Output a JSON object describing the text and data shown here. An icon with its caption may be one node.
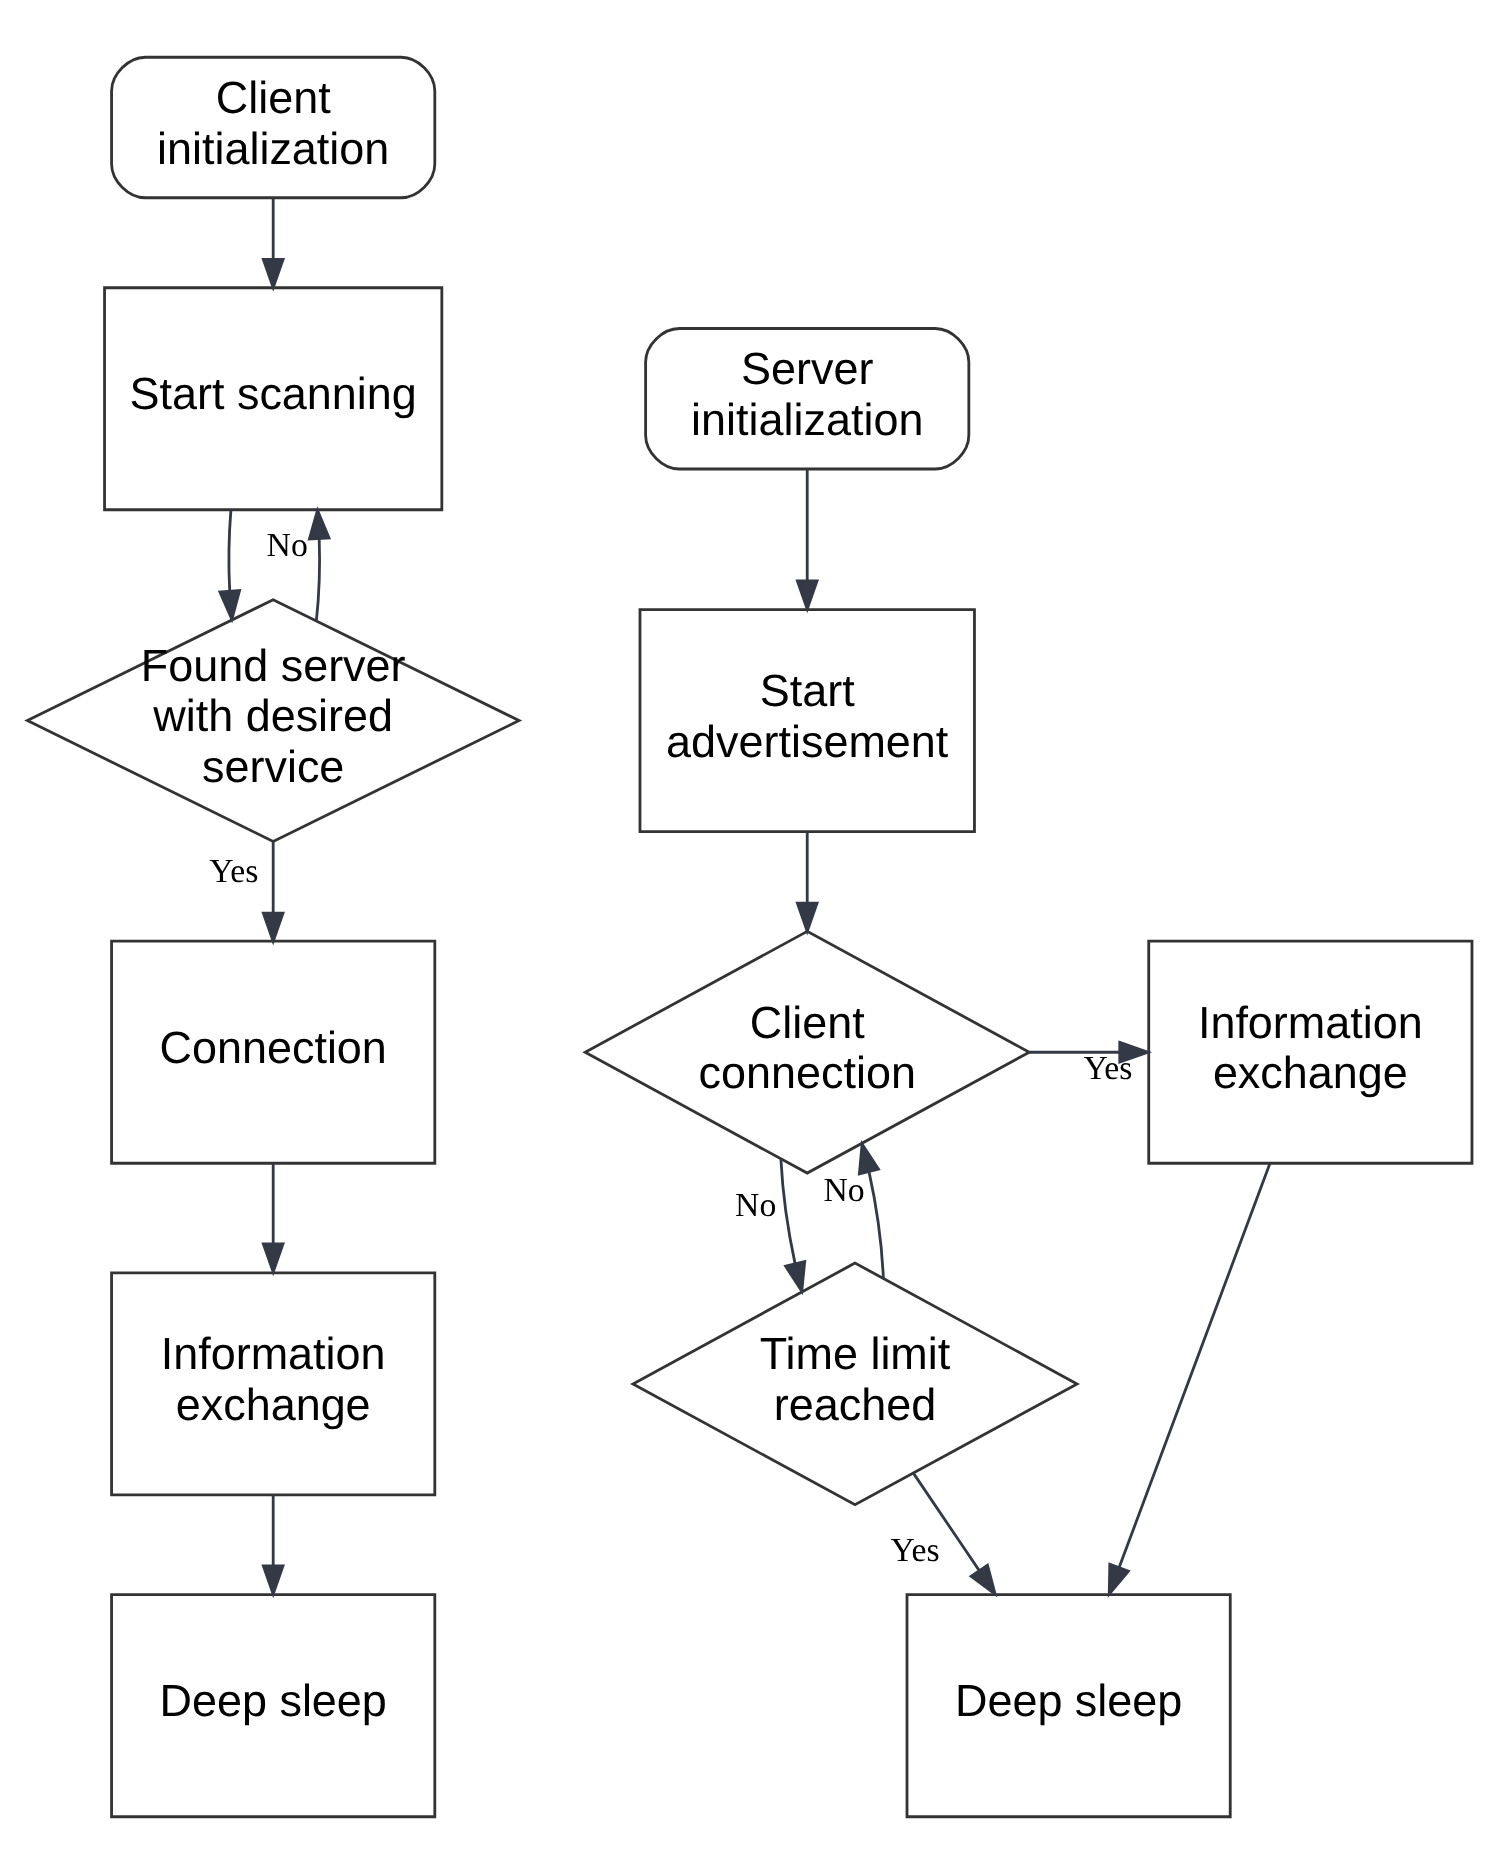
{
  "diagram": {
    "nodes": [
      {
        "text": [
          "Client initialization"
        ]
      },
      {
        "text": [
          "Start scanning"
        ]
      },
      {
        "text": [
          "Found server with desired service"
        ]
      },
      {
        "text": [
          "Connection"
        ]
      },
      {
        "text": [
          "Information exchange"
        ]
      },
      {
        "text": [
          "Deep sleep"
        ]
      },
      {
        "text": [
          "Server initialization"
        ]
      },
      {
        "text": [
          "Start advertisement"
        ]
      },
      {
        "text": [
          "Client connection"
        ]
      },
      {
        "text": [
          "Information exchange"
        ]
      },
      {
        "text": [
          "Time limit reached"
        ]
      },
      {
        "text": [
          "Deep sleep"
        ]
      }
    ],
    "edges": [
      {
        "from": 0,
        "to": 1,
        "arrow": "to"
      },
      {
        "from": 1,
        "to": 2,
        "arrow": "to"
      },
      {
        "from": 2,
        "to": 1,
        "arrow": "to",
        "label": "No"
      },
      {
        "from": 2,
        "to": 3,
        "arrow": "to",
        "label": "Yes"
      },
      {
        "from": 3,
        "to": 4,
        "arrow": "to"
      },
      {
        "from": 4,
        "to": 5,
        "arrow": "to"
      },
      {
        "from": 6,
        "to": 7,
        "arrow": "to"
      },
      {
        "from": 7,
        "to": 8,
        "arrow": "to"
      },
      {
        "from": 8,
        "to": 9,
        "arrow": "to",
        "label": "Yes"
      },
      {
        "from": 8,
        "to": 10,
        "arrow": "to",
        "label": "No"
      },
      {
        "from": 10,
        "to": 8,
        "arrow": "to",
        "label": "No"
      },
      {
        "from": 10,
        "to": 11,
        "arrow": "to",
        "label": "Yes"
      },
      {
        "from": 9,
        "to": 11,
        "arrow": "to"
      }
    ]
  }
}
